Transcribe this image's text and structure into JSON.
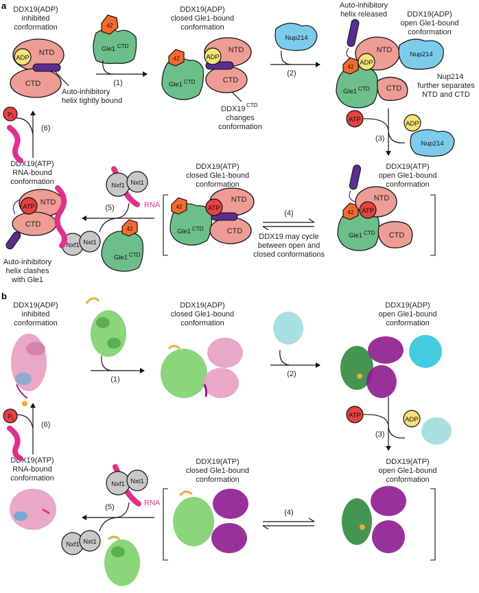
{
  "panel_a": {
    "label": "a",
    "states": {
      "adp_inhibited": [
        "DDX19(ADP)",
        "inhibited",
        "conformation"
      ],
      "adp_closed": [
        "DDX19(ADP)",
        "closed Gle1-bound",
        "conformation"
      ],
      "adp_open": [
        "DDX19(ADP)",
        "open Gle1-bound",
        "conformation"
      ],
      "atp_open": [
        "DDX19(ATP)",
        "open Gle1-bound",
        "conformation"
      ],
      "atp_closed": [
        "DDX19(ATP)",
        "closed Gle1-bound",
        "conformation"
      ],
      "atp_rna": [
        "DDX19(ATP)",
        "RNA-bound",
        "conformation"
      ]
    },
    "notes": {
      "helix_bound": [
        "Auto-inhibitory",
        "helix tightly bound"
      ],
      "helix_released": [
        "Auto-inhibitory",
        "helix released"
      ],
      "ctd_changes": [
        "DDX19",
        "changes",
        "conformation"
      ],
      "ctd_superscript": "CTD",
      "nup_separates": [
        "Nup214",
        "further separates",
        "NTD and CTD"
      ],
      "may_cycle": [
        "DDX19 may cycle",
        "between open and",
        "closed conformations"
      ],
      "helix_clashes": [
        "Auto-inhibitory",
        "helix clashes",
        "with Gle1"
      ]
    },
    "steps": [
      "(1)",
      "(2)",
      "(3)",
      "(4)",
      "(5)",
      "(6)"
    ],
    "labels": {
      "ntd": "NTD",
      "ctd": "CTD",
      "adp": "ADP",
      "atp": "ATP",
      "gle1": "Gle1",
      "gle1_sup": "CTD",
      "n42": "42",
      "nup214": "Nup214",
      "nxf1": "Nxf1",
      "nxt1": "Nxt1",
      "rna": "RNA",
      "pi": "P",
      "pi_sub": "i"
    }
  },
  "panel_b": {
    "label": "b",
    "states": {
      "adp_inhibited": [
        "DDX19(ADP)",
        "inhibited",
        "conformation"
      ],
      "adp_closed": [
        "DDX19(ADP)",
        "closed Gle1-bound",
        "conformation"
      ],
      "adp_open": [
        "DDX19(ADP)",
        "open Gle1-bound",
        "conformation"
      ],
      "atp_open": [
        "DDX19(ATP)",
        "open Gle1-bound",
        "conformation"
      ],
      "atp_closed": [
        "DDX19(ATP)",
        "closed Gle1-bound",
        "conformation"
      ],
      "atp_rna": [
        "DDX19(ATP)",
        "RNA-bound",
        "conformation"
      ]
    },
    "steps": [
      "(1)",
      "(2)",
      "(3)",
      "(4)",
      "(5)",
      "(6)"
    ],
    "labels": {
      "atp": "ATP",
      "adp": "ADP",
      "nxf1": "Nxf1",
      "nxt1": "Nxt1",
      "rna": "RNA",
      "pi": "P",
      "pi_sub": "i"
    }
  },
  "colors": {
    "ddx19": "#ee9d94",
    "gle1": "#6dbf8a",
    "n42": "#f26a2d",
    "adp": "#f7e27a",
    "atp": "#e8413f",
    "nup214": "#7ccbea",
    "helix": "#5b2d8f",
    "grey": "#c8c8c8",
    "rna": "#e0318a",
    "ddx19_ribbon": "#e79fbf",
    "ddx19_dark": "#8e1b8f",
    "gle1_ribbon": "#7ed06b",
    "gle1_dark": "#2f8a3c",
    "nup_ribbon": "#9edbe0",
    "nup_cyan": "#2fc7db"
  }
}
